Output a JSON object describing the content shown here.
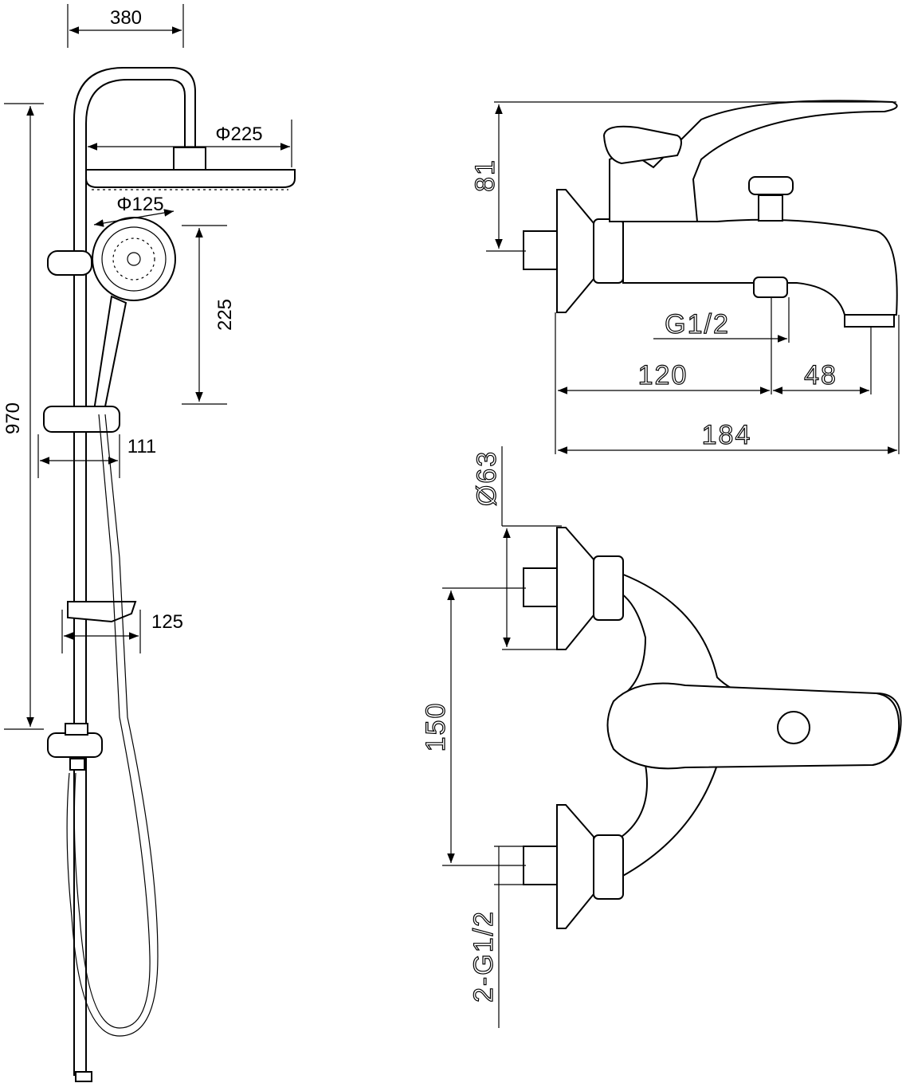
{
  "shower_system": {
    "dim_arm_reach": "380",
    "dim_head_diameter": "Φ225",
    "dim_hand_diameter": "Φ125",
    "dim_head_to_hand": "225",
    "dim_total_height": "970",
    "dim_holder_depth": "111",
    "dim_shelf_depth": "125"
  },
  "bath_mixer": {
    "dim_height": "81",
    "dim_thread": "G1/2",
    "dim_body_length": "120",
    "dim_spout_offset": "48",
    "dim_total_length": "184",
    "dim_flange_diameter": "Ø63",
    "dim_centers": "150",
    "dim_inlets": "2-G1/2"
  },
  "colors": {
    "line": "#000000",
    "background": "#ffffff"
  }
}
